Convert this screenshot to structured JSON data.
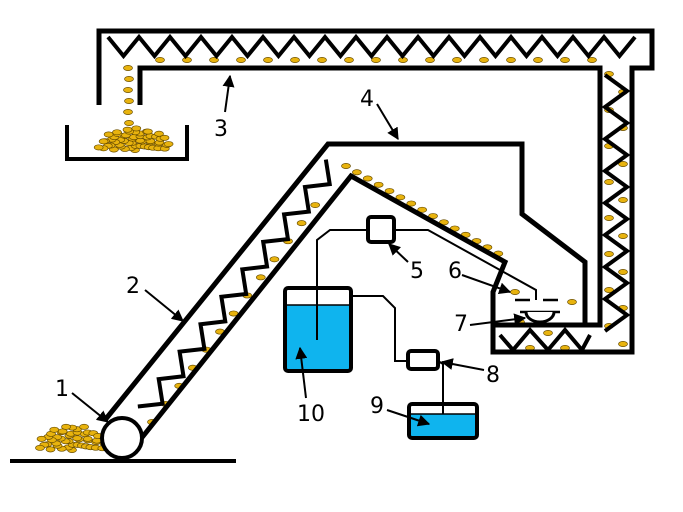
{
  "labels": {
    "l1": "1",
    "l2": "2",
    "l3": "3",
    "l4": "4",
    "l5": "5",
    "l6": "6",
    "l7": "7",
    "l8": "8",
    "l9": "9",
    "l10": "10"
  },
  "colors": {
    "grain": "#e8b30e",
    "water": "#0fb4ee",
    "line": "#000000"
  }
}
